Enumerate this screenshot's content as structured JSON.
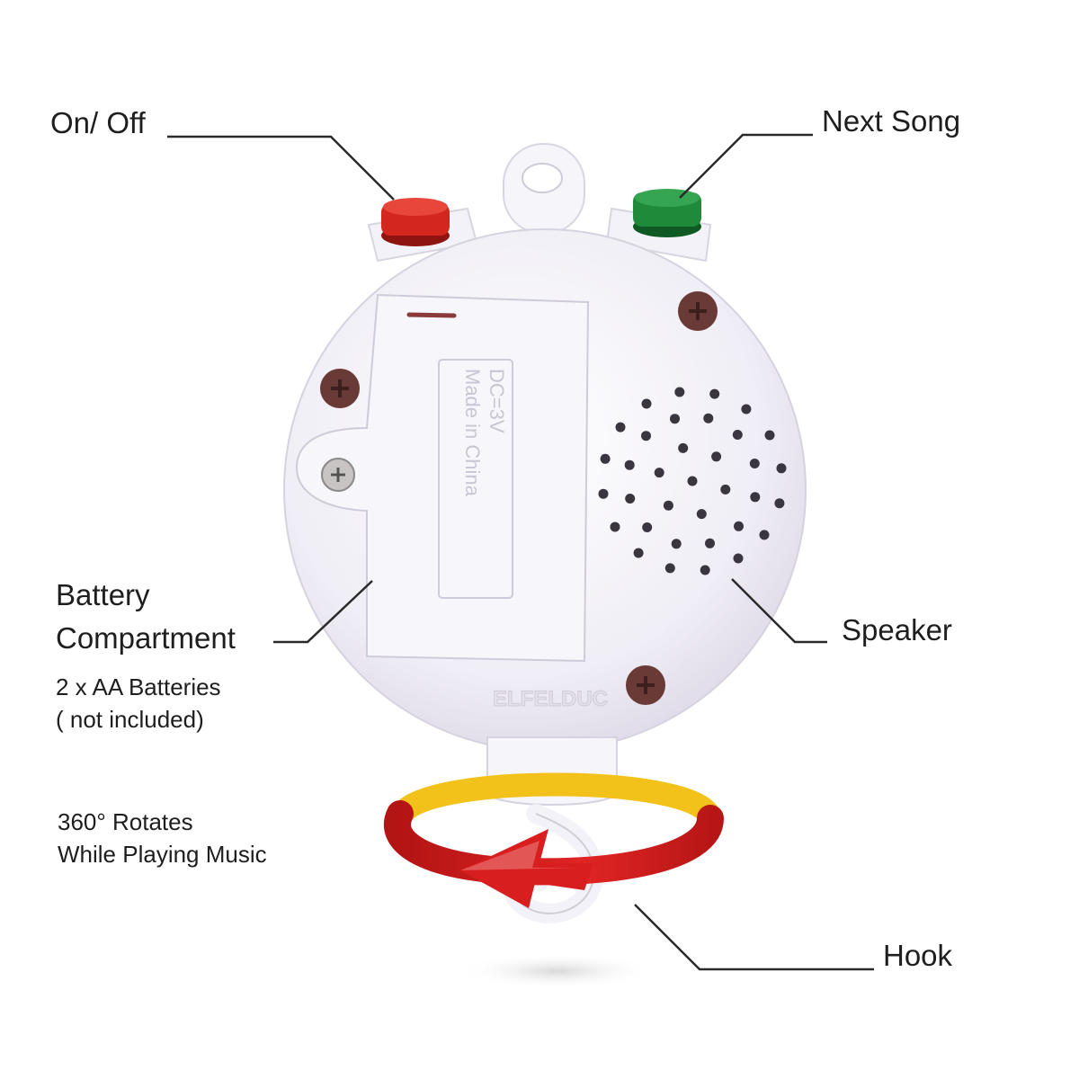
{
  "labels": {
    "on_off": "On/ Off",
    "next_song": "Next Song",
    "battery_line1": "Battery",
    "battery_line2": "Compartment",
    "battery_note_line1": "2 x AA Batteries",
    "battery_note_line2": "( not included)",
    "speaker": "Speaker",
    "rotate_line1": "360°  Rotates",
    "rotate_line2": "While Playing Music",
    "hook": "Hook"
  },
  "device": {
    "compartment_text_line1": "DC=3V",
    "compartment_text_line2": "Made in China",
    "brand_emboss": "ELFELDUC"
  },
  "colors": {
    "body": "#f1eff7",
    "on_off_button": "#d3261f",
    "next_song_button": "#1f8a3a",
    "screw": "#6a3a36",
    "arrow_red": "#d81e1e",
    "arrow_yellow": "#f3c21a",
    "leader_line": "#2a2a2a"
  }
}
